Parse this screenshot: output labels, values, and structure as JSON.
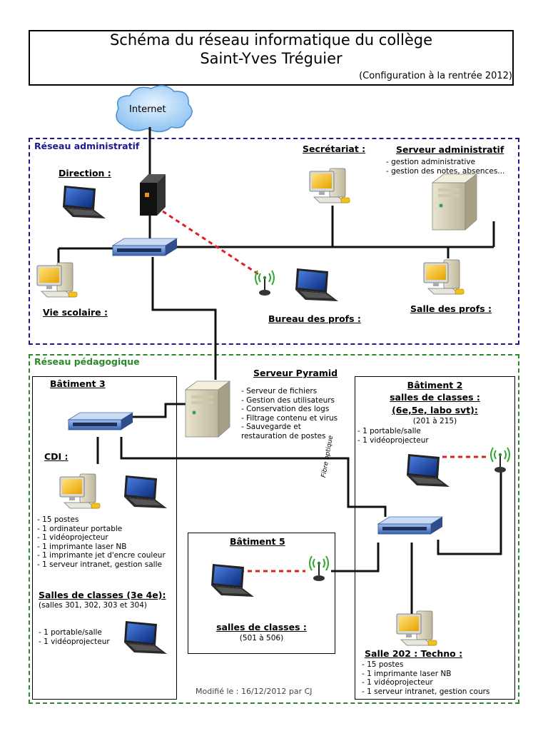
{
  "title": {
    "line1": "Schéma du réseau informatique du collège",
    "line2": "Saint-Yves Tréguier",
    "subtitle": "(Configuration à la rentrée 2012)"
  },
  "internet": "Internet",
  "admin": {
    "zone_label": "Réseau administratif",
    "direction": "Direction :",
    "vie_scolaire": "Vie scolaire :",
    "bureau_profs": "Bureau des profs :",
    "secretariat": "Secrétariat :",
    "serveur_admin": {
      "title": "Serveur administratif",
      "items": [
        "- gestion administrative",
        "- gestion des notes, absences..."
      ]
    },
    "salle_profs": "Salle des profs :"
  },
  "peda": {
    "zone_label": "Réseau pédagogique",
    "batiment3": {
      "title": "Bâtiment 3",
      "cdi": "CDI :",
      "cdi_items": [
        "- 15 postes",
        "- 1 ordinateur portable",
        "- 1 vidéoprojecteur",
        "- 1 imprimante laser NB",
        "- 1 imprimante jet d'encre couleur",
        "- 1 serveur intranet, gestion salle"
      ],
      "salles_title": "Salles de classes (3e 4e):",
      "salles_sub": "(salles 301, 302, 303 et 304)",
      "salles_items": [
        "- 1 portable/salle",
        "- 1 vidéoprojecteur"
      ]
    },
    "pyramid": {
      "title": "Serveur Pyramid",
      "items": [
        "- Serveur de fichiers",
        "- Gestion des utilisateurs",
        "- Conservation des logs",
        "- Filtrage contenu et virus",
        "- Sauvegarde et restauration de postes"
      ]
    },
    "batiment2": {
      "title": "Bâtiment 2",
      "line2": "salles de classes :",
      "line3": "(6e,5e, labo svt):",
      "range": "(201 à 215)",
      "items": [
        "- 1 portable/salle",
        "- 1 vidéoprojecteur"
      ],
      "salle202": "Salle 202 : Techno :",
      "salle202_items": [
        "- 15 postes",
        "- 1 imprimante laser NB",
        "- 1 vidéoprojecteur",
        "- 1 serveur intranet, gestion cours"
      ]
    },
    "fibre": "Fibre optique",
    "batiment5": {
      "title": "Bâtiment 5",
      "salles": "salles de classes :",
      "range": "(501 à 506)"
    }
  },
  "footer": "Modifié le : 16/12/2012 par CJ",
  "colors": {
    "admin_border": "#1a1a8c",
    "peda_border": "#2a8a2a",
    "wifi_link": "#e02020",
    "screen": "#f2c21a"
  }
}
